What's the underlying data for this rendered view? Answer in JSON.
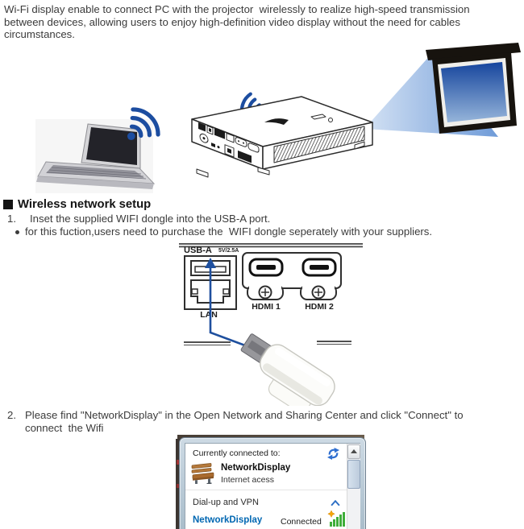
{
  "intro": {
    "lines": [
      "Wi-Fi display enable to connect PC with the projector  wirelessly to realize high-speed transmission",
      "between devices, allowing users to enjoy high-definition video display without the need for cables",
      "circumstances."
    ]
  },
  "setup": {
    "heading": "Wireless network setup",
    "step1_num": "1.",
    "step1_text": "Inset the supplied WIFI dongle into the USB-A port.",
    "note_text": "for this fuction,users need to purchase the  WIFI dongle seperately with your suppliers.",
    "step2_num": "2.",
    "step2_lines": [
      "Please find \"NetworkDisplay\" in the Open Network and Sharing Center and click \"Connect\" to",
      "connect  the Wifi"
    ]
  },
  "ports": {
    "usb_label": "USB-A",
    "usb_spec": "5V/2.5A",
    "lan_label": "LAN",
    "hdmi1": "HDMI 1",
    "hdmi2": "HDMI 2"
  },
  "network_panel": {
    "header": "Currently connected to:",
    "network_name": "NetworkDisplay",
    "network_detail": "Internet acess",
    "section": "Dial-up and VPN",
    "connection_name": "NetworkDisplay",
    "connection_status": "Connected"
  },
  "icons": {
    "wifi": "wifi-signal-icon",
    "refresh": "refresh-arrows-icon",
    "bench": "network-bench-icon",
    "chevron": "collapse-chevron-icon",
    "signal": "signal-bars-icon",
    "scroll_up": "scroll-up-arrow-icon",
    "usb_arrow": "usb-pointer-arrow"
  },
  "colors": {
    "wifi_blue": "#1c4da0",
    "arrow_blue": "#1e4f9e",
    "beam_light": "#d4e2f4",
    "beam_dark": "#6f9bd8",
    "screen_top": "#16459d",
    "screen_bottom": "#96b5da",
    "link_blue": "#0067b2",
    "signal_green": "#3fae3a",
    "sparkle_orange": "#f5a60b"
  }
}
